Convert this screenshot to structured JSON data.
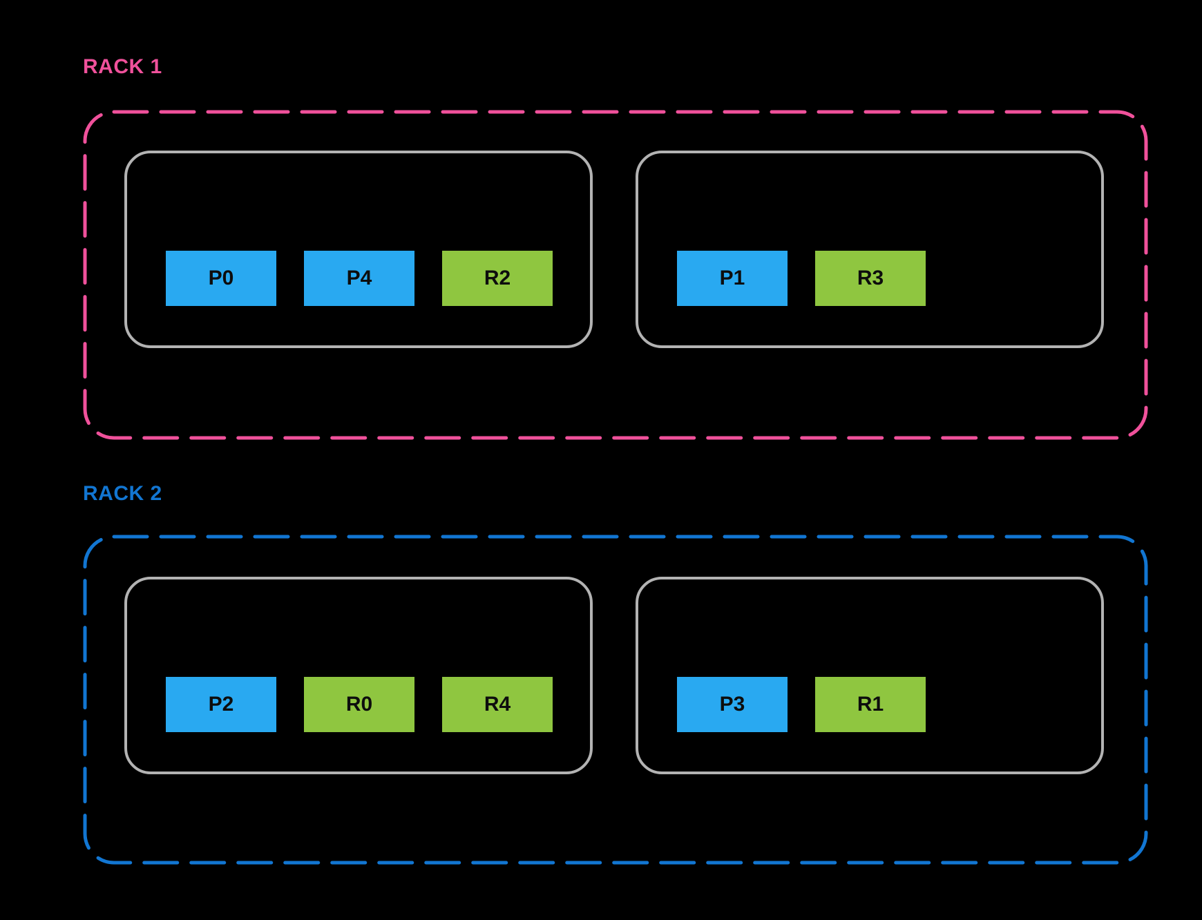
{
  "colors": {
    "background": "#000000",
    "rack1-accent": "#f0519b",
    "rack2-accent": "#1276d2",
    "host-border": "#b3b3b3",
    "primary-blue": "#29a9f1",
    "replica-green": "#8fc640",
    "chip-text": "#0d0d0d"
  },
  "racks": [
    {
      "label": "RACK 1",
      "hosts": [
        {
          "slots": [
            {
              "label": "P0",
              "kind": "primary"
            },
            {
              "label": "P4",
              "kind": "primary"
            },
            {
              "label": "R2",
              "kind": "replica"
            }
          ]
        },
        {
          "slots": [
            {
              "label": "P1",
              "kind": "primary"
            },
            {
              "label": "R3",
              "kind": "replica"
            }
          ]
        }
      ]
    },
    {
      "label": "RACK 2",
      "hosts": [
        {
          "slots": [
            {
              "label": "P2",
              "kind": "primary"
            },
            {
              "label": "R0",
              "kind": "replica"
            },
            {
              "label": "R4",
              "kind": "replica"
            }
          ]
        },
        {
          "slots": [
            {
              "label": "P3",
              "kind": "primary"
            },
            {
              "label": "R1",
              "kind": "replica"
            }
          ]
        }
      ]
    }
  ]
}
